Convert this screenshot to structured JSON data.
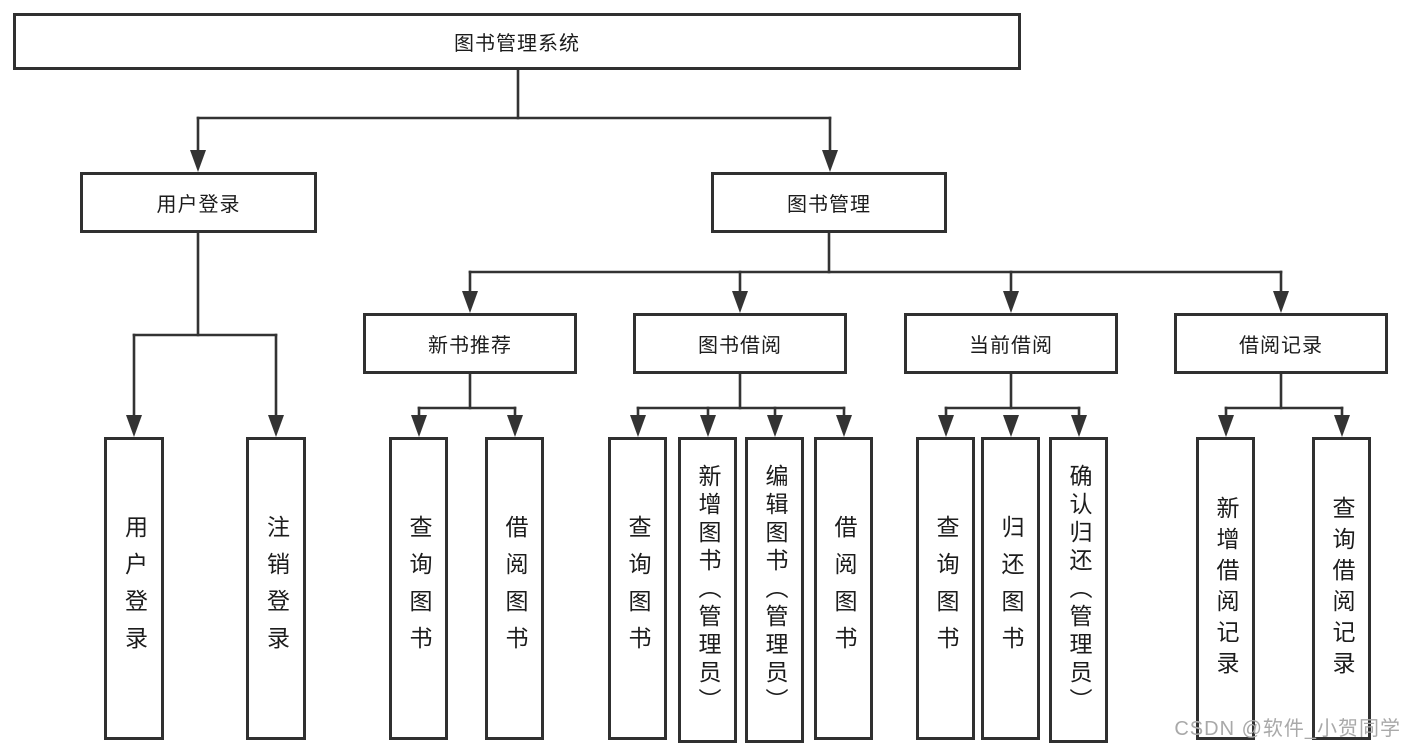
{
  "diagram": {
    "title_node": {
      "label": "图书管理系统"
    },
    "level2": [
      {
        "label": "用户登录"
      },
      {
        "label": "图书管理"
      }
    ],
    "level3": [
      {
        "label": "新书推荐",
        "parent": "图书管理"
      },
      {
        "label": "图书借阅",
        "parent": "图书管理"
      },
      {
        "label": "当前借阅",
        "parent": "图书管理"
      },
      {
        "label": "借阅记录",
        "parent": "图书管理"
      }
    ],
    "leaves": [
      {
        "label": "用户登录",
        "parent": "用户登录"
      },
      {
        "label": "注销登录",
        "parent": "用户登录"
      },
      {
        "label": "查询图书",
        "parent": "新书推荐"
      },
      {
        "label": "借阅图书",
        "parent": "新书推荐"
      },
      {
        "label": "查询图书",
        "parent": "图书借阅"
      },
      {
        "label": "新增图书（管理员）",
        "parent": "图书借阅"
      },
      {
        "label": "编辑图书（管理员）",
        "parent": "图书借阅"
      },
      {
        "label": "借阅图书",
        "parent": "图书借阅"
      },
      {
        "label": "查询图书",
        "parent": "当前借阅"
      },
      {
        "label": "归还图书",
        "parent": "当前借阅"
      },
      {
        "label": "确认归还（管理员）",
        "parent": "当前借阅"
      },
      {
        "label": "新增借阅记录",
        "parent": "借阅记录"
      },
      {
        "label": "查询借阅记录",
        "parent": "借阅记录"
      }
    ]
  },
  "watermark": "CSDN @软件_小贺同学",
  "colors": {
    "line": "#333333",
    "border": "#303030",
    "background": "#ffffff",
    "text": "#1c1c1c",
    "watermark": "#a9a9a9"
  }
}
